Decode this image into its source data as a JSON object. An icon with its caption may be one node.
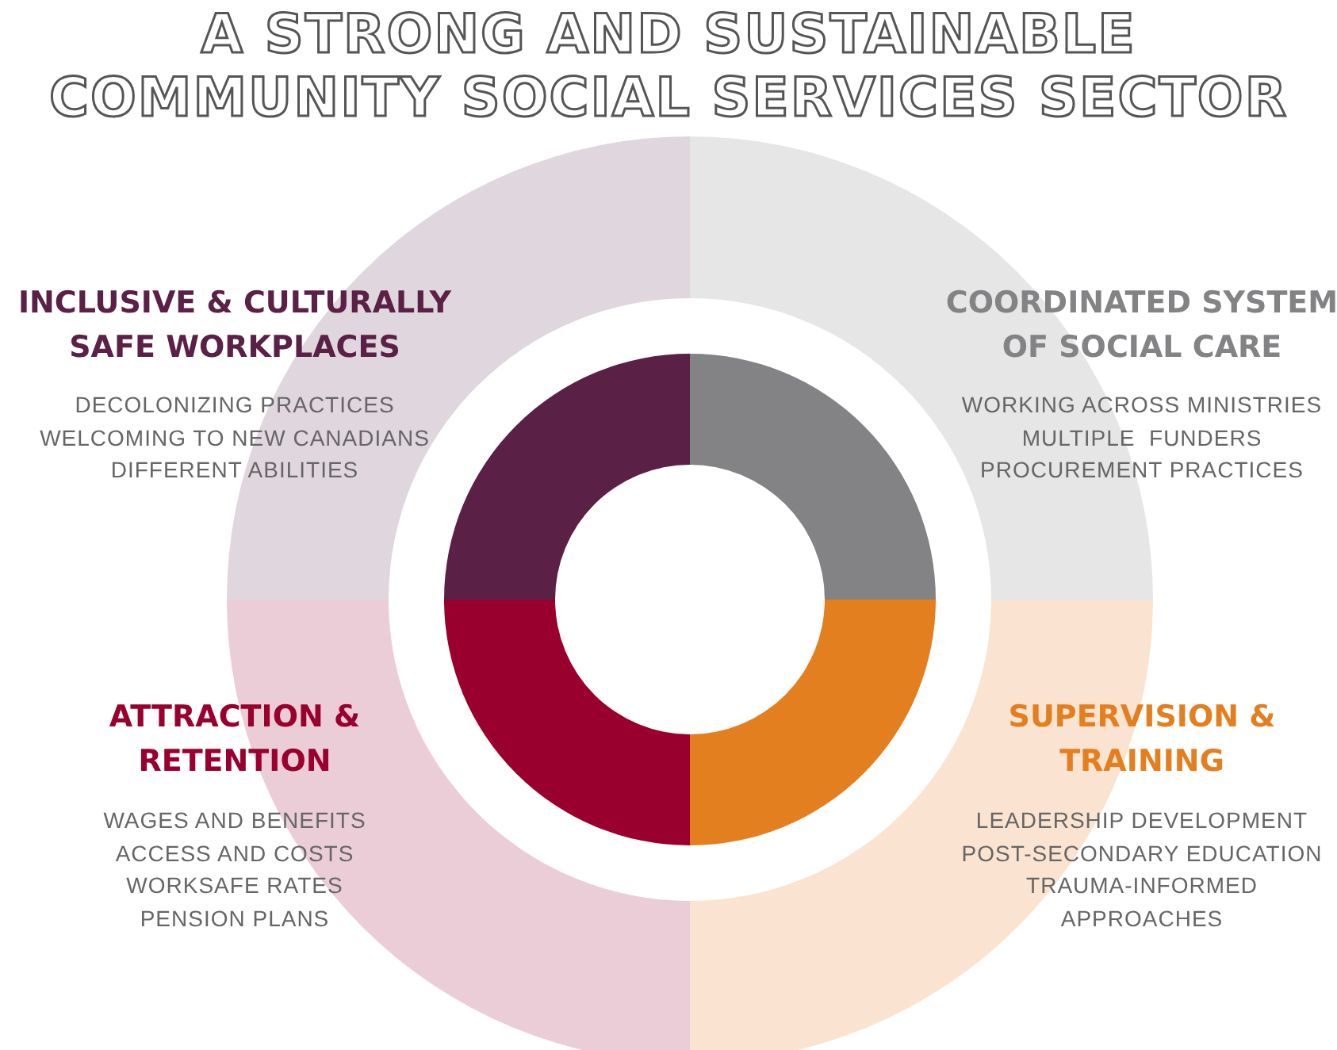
{
  "diagram": {
    "title": "A STRONG AND SUSTAINABLE COMMUNITY SOCIAL SERVICES SECTOR",
    "nodes": [
      {
        "text": [
          "INCLUSIVE & CULTURALLY SAFE WORKPLACES",
          "DECOLONIZING PRACTICES",
          "WELCOMING TO NEW CANADIANS",
          "DIFFERENT ABILITIES"
        ]
      },
      {
        "text": [
          "COORDINATED SYSTEM OF SOCIAL CARE",
          "WORKING ACROSS MINISTRIES",
          "MULTIPLE  FUNDERS",
          "PROCUREMENT PRACTICES"
        ]
      },
      {
        "text": [
          "ATTRACTION & RETENTION",
          "WAGES AND BENEFITS",
          "ACCESS AND COSTS",
          "WORKSAFE RATES",
          "PENSION PLANS"
        ]
      },
      {
        "text": [
          "SUPERVISION & TRAINING",
          "LEADERSHIP DEVELOPMENT",
          "POST-SECONDARY EDUCATION",
          "TRAUMA-INFORMED APPROACHES"
        ]
      }
    ]
  }
}
